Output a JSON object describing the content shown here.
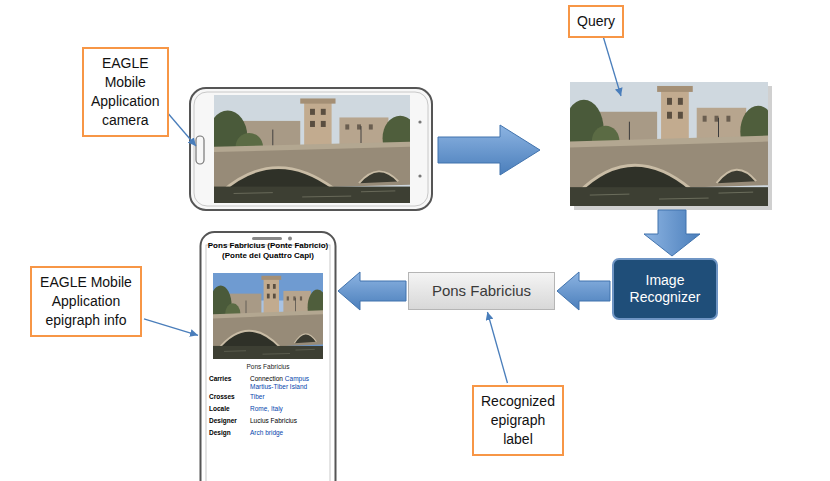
{
  "diagram": {
    "nodes": [
      {
        "text": [
          "Query"
        ]
      },
      {
        "text": [
          "EAGLE Mobile Application camera"
        ]
      },
      {
        "text": [
          "EAGLE Mobile Application epigraph info"
        ]
      },
      {
        "text": [
          "Pons Fabricius (Ponte Fabricio) (Ponte dei Quattro Capi)",
          "Pons Fabricius",
          "Carries",
          "Connection",
          "Campus Martius-Tiber Island",
          "Crosses",
          "Tiber",
          "Locale",
          "Rome, Italy",
          "Designer",
          "Lucius Fabricius",
          "Design",
          "Arch bridge"
        ]
      },
      {
        "text": [
          "Pons Fabricius"
        ]
      },
      {
        "text": [
          "Image Recognizer"
        ]
      },
      {
        "text": [
          "Recognized epigraph label"
        ]
      }
    ],
    "edges": [
      {
        "from": 5,
        "to": 4,
        "arrow": "to"
      },
      {
        "from": 4,
        "to": 3,
        "arrow": "to"
      },
      {
        "from": 6,
        "to": 4,
        "arrow": "to"
      },
      {
        "from": 2,
        "to": 3,
        "arrow": "to"
      }
    ]
  }
}
